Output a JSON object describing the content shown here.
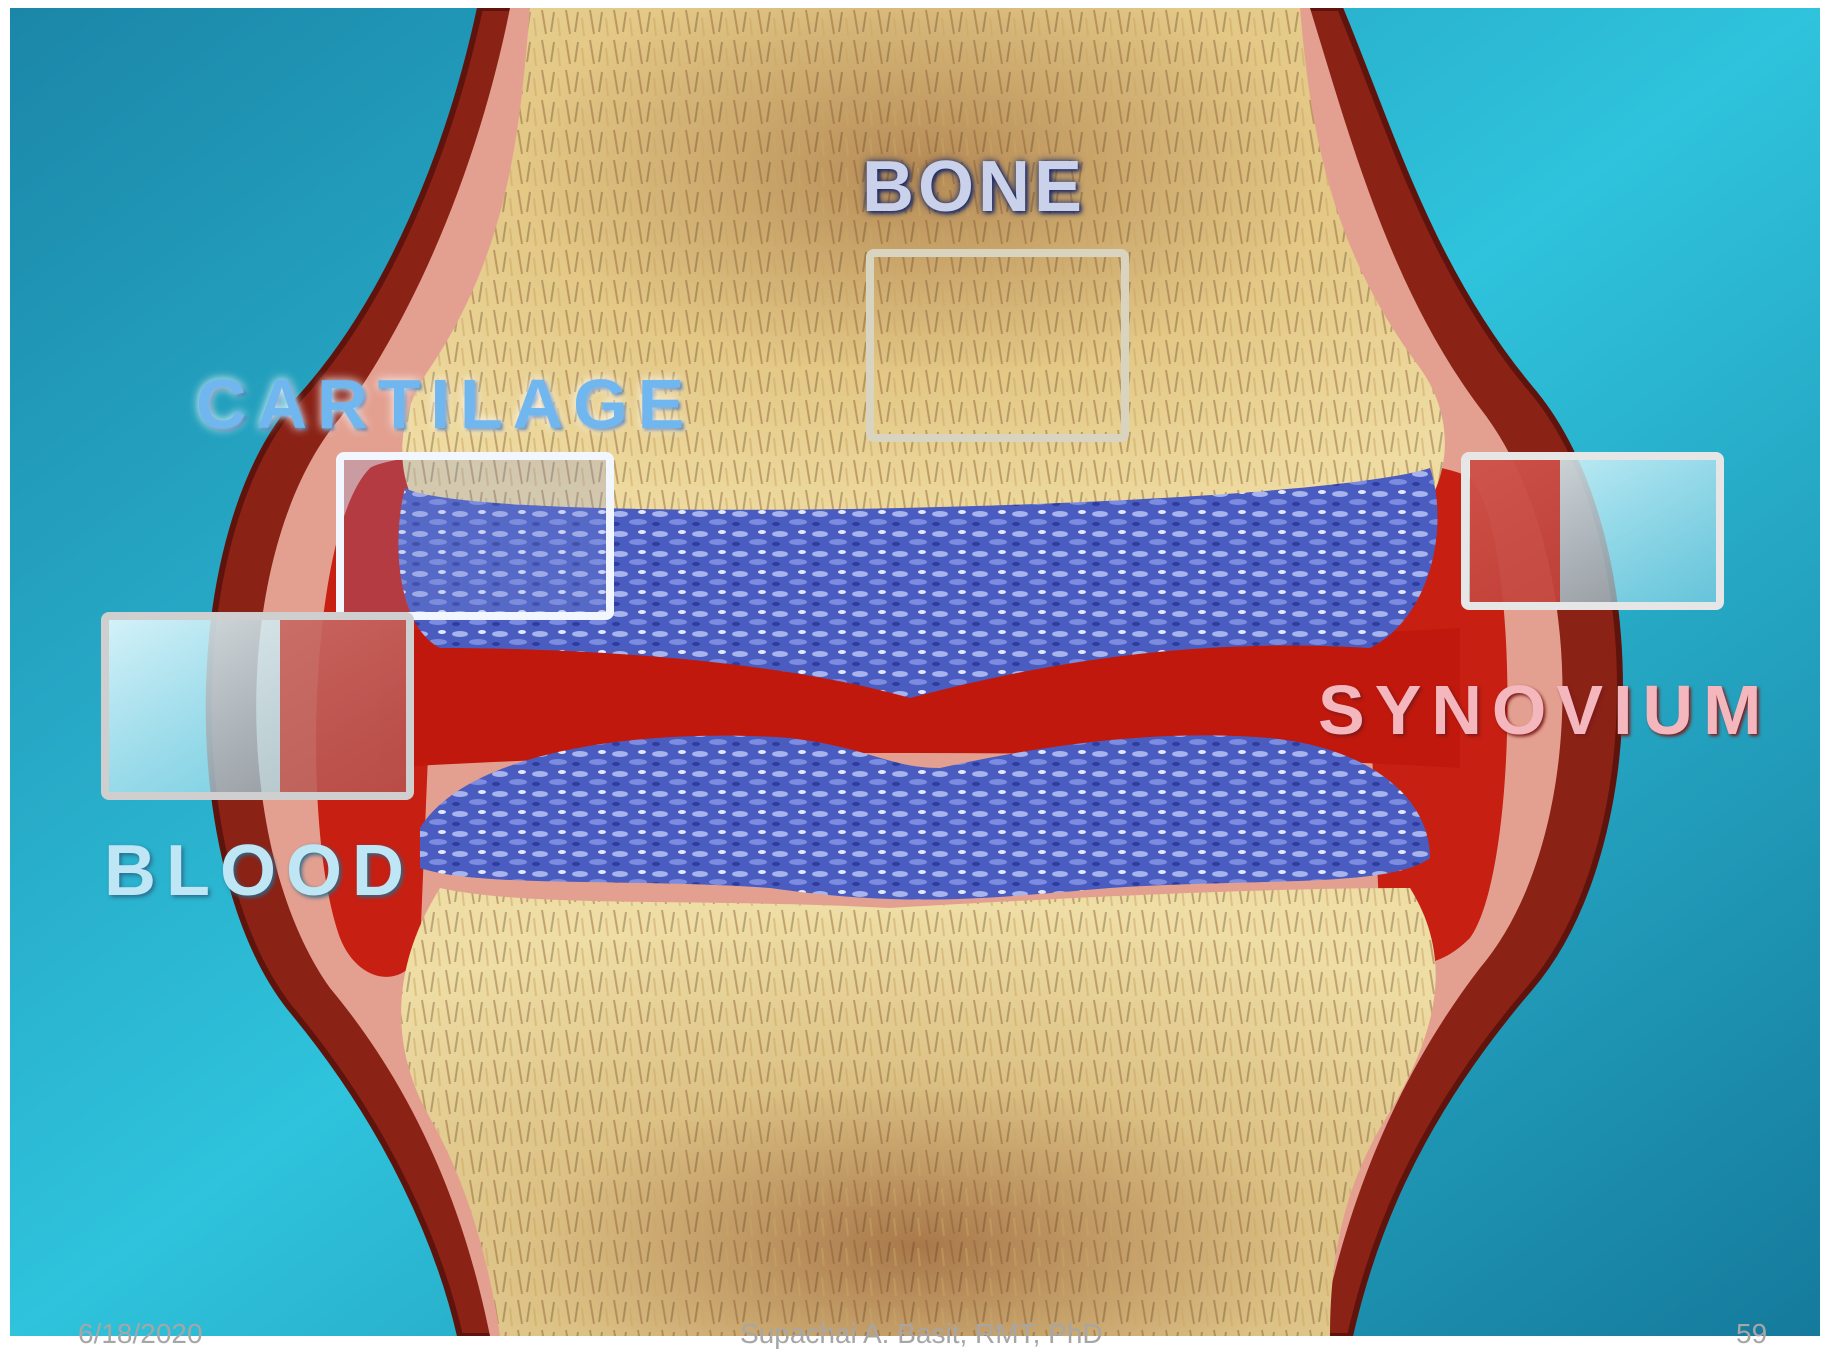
{
  "labels": {
    "bone": "BONE",
    "cartilage": "CARTILAGE",
    "synovium": "SYNOVIUM",
    "blood": "BLOOD"
  },
  "footer": {
    "date": "6/18/2020",
    "author": "Supachai A. Basit, RMT, PhD",
    "page": "59"
  },
  "colors": {
    "background": "#2bb3d4",
    "bone": "#e6cf8a",
    "cartilage": "#4a5fc0",
    "synovial_fluid": "#c81e10",
    "capsule": "#8e2418",
    "synovium_tissue": "#e39a8a"
  }
}
